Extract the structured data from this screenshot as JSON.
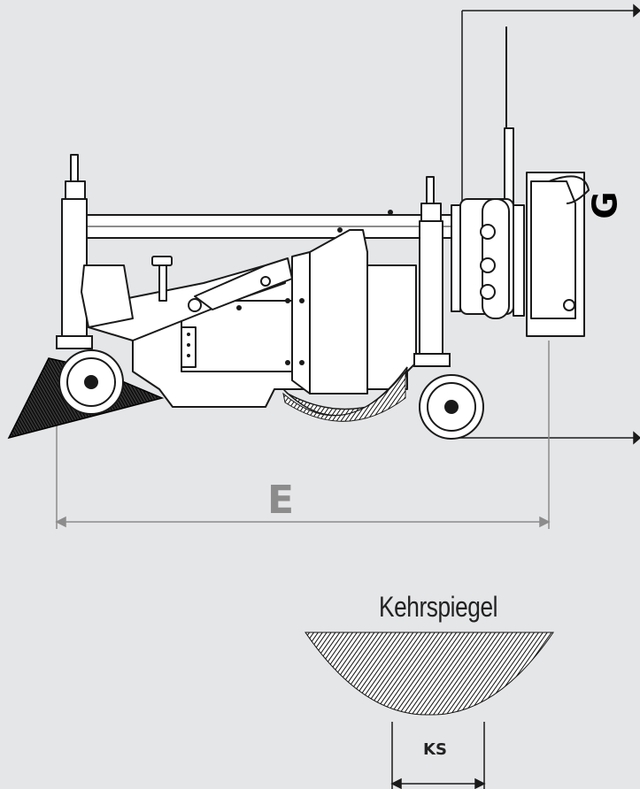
{
  "labels": {
    "length_dim": "E",
    "height_dim": "G",
    "sweep_pattern_title": "Kehrspiegel",
    "sweep_width_dim": "KS"
  },
  "colors": {
    "background": "#e5e6e8",
    "machine_fill": "#ffffff",
    "outline": "#1a1a1a",
    "dim_gray": "#8c8c8c"
  }
}
